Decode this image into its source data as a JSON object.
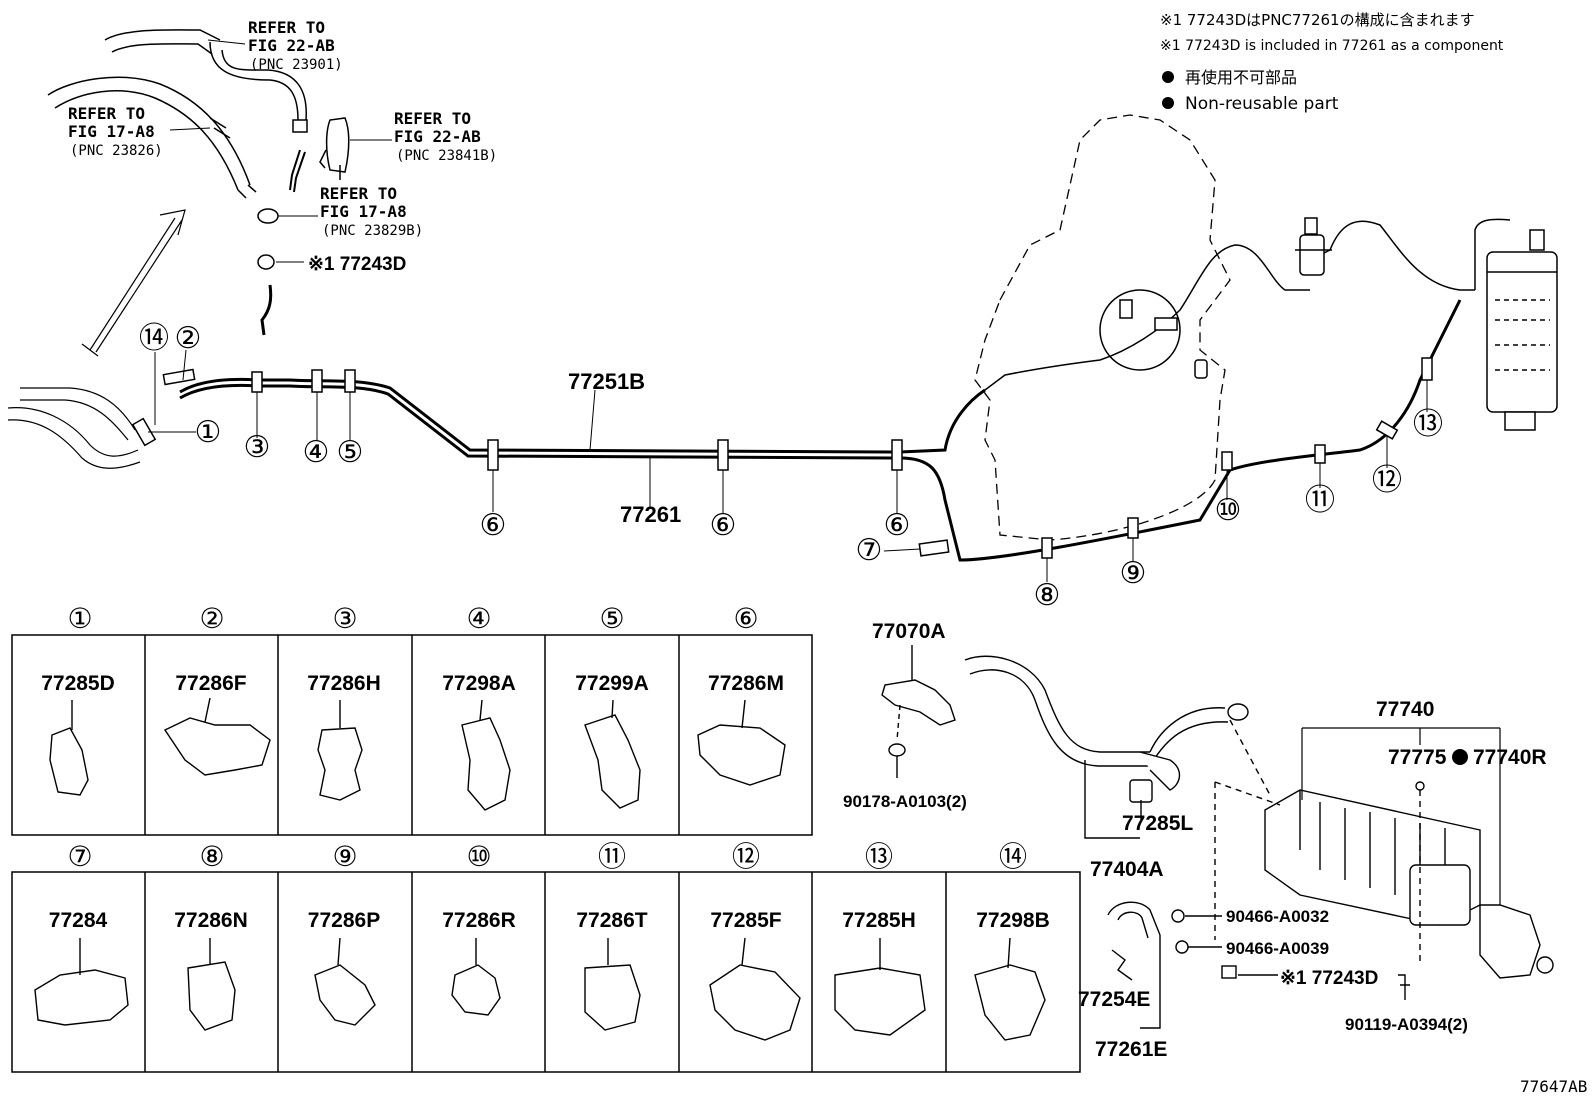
{
  "notes": {
    "line1": "※1 77243DはPNC77261の構成に含まれます",
    "line2": "※1 77243D is included in 77261 as a component",
    "legend_jp": "再使用不可部品",
    "legend_en": "Non-reusable part"
  },
  "refs": {
    "r1_a": "REFER TO",
    "r1_b": "FIG 22-AB",
    "r1_c": "(PNC 23901)",
    "r2_a": "REFER TO",
    "r2_b": "FIG 17-A8",
    "r2_c": "(PNC 23826)",
    "r3_a": "REFER TO",
    "r3_b": "FIG 22-AB",
    "r3_c": "(PNC 23841B)",
    "r4_a": "REFER TO",
    "r4_b": "FIG 17-A8",
    "r4_c": "(PNC 23829B)"
  },
  "labels": {
    "p77243D_top": "※1 77243D",
    "p77251B": "77251B",
    "p77261": "77261",
    "p77070A": "77070A",
    "p90178": "90178-A0103(2)",
    "p77285L": "77285L",
    "p77404A": "77404A",
    "p77740": "77740",
    "p77775": "77775",
    "p77740R": "77740R",
    "p90466_32": "90466-A0032",
    "p90466_39": "90466-A0039",
    "p77243D_bot": "※1 77243D",
    "p77254E": "77254E",
    "p77261E": "77261E",
    "p90119": "90119-A0394(2)",
    "fig_code": "77647AB"
  },
  "callouts": [
    "①",
    "②",
    "③",
    "④",
    "⑤",
    "⑥",
    "⑦",
    "⑧",
    "⑨",
    "⑩",
    "⑪",
    "⑫",
    "⑬",
    "⑭"
  ],
  "parts_table": {
    "row1": [
      {
        "num": "①",
        "part": "77285D"
      },
      {
        "num": "②",
        "part": "77286F"
      },
      {
        "num": "③",
        "part": "77286H"
      },
      {
        "num": "④",
        "part": "77298A"
      },
      {
        "num": "⑤",
        "part": "77299A"
      },
      {
        "num": "⑥",
        "part": "77286M"
      }
    ],
    "row2": [
      {
        "num": "⑦",
        "part": "77284"
      },
      {
        "num": "⑧",
        "part": "77286N"
      },
      {
        "num": "⑨",
        "part": "77286P"
      },
      {
        "num": "⑩",
        "part": "77286R"
      },
      {
        "num": "⑪",
        "part": "77286T"
      },
      {
        "num": "⑫",
        "part": "77285F"
      },
      {
        "num": "⑬",
        "part": "77285H"
      },
      {
        "num": "⑭",
        "part": "77298B"
      }
    ]
  }
}
